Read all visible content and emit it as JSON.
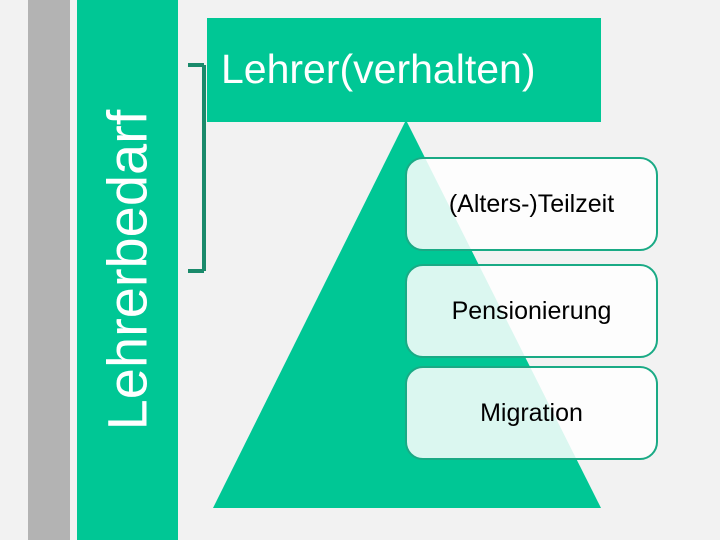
{
  "slide": {
    "background_color": "#f2f2f2",
    "accent_color": "#00c795",
    "border_color": "#1aaa85",
    "bar_gray_color": "#b3b3b3"
  },
  "side_label": {
    "text": "Lehrerbedarf"
  },
  "heading": {
    "text": "Lehrer(verhalten)"
  },
  "pyramid": {
    "name": "triangle-shape",
    "fill": "#00c795"
  },
  "bracket": {
    "name": "vertical-bracket",
    "color": "#1a8a6b"
  },
  "callouts": [
    {
      "label": "(Alters-)Teilzeit"
    },
    {
      "label": "Pensionierung"
    },
    {
      "label": "Migration"
    }
  ]
}
